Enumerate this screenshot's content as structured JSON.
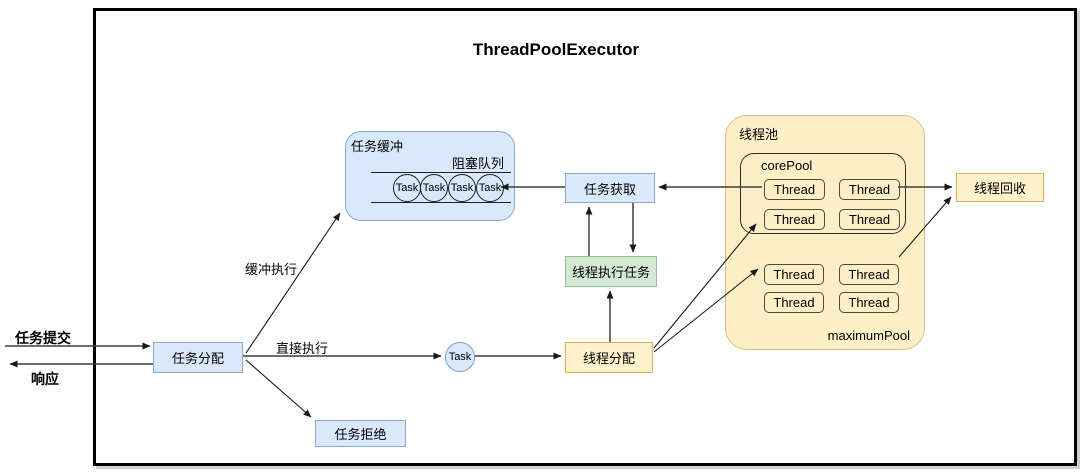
{
  "title": "ThreadPoolExecutor",
  "external": {
    "submit_label": "任务提交",
    "response_label": "响应"
  },
  "edge_labels": {
    "buffer_exec": "缓冲执行",
    "direct_exec": "直接执行"
  },
  "nodes": {
    "task_dispatch": "任务分配",
    "task_reject": "任务拒绝",
    "task_fetch": "任务获取",
    "thread_execute": "线程执行任务",
    "thread_dispatch": "线程分配",
    "thread_recycle": "线程回收",
    "task_node": "Task"
  },
  "buffer": {
    "label": "任务缓冲",
    "queue_label": "阻塞队列",
    "queue_tasks": [
      "Task",
      "Task",
      "Task",
      "Task"
    ]
  },
  "pool": {
    "label": "线程池",
    "core_label": "corePool",
    "max_label": "maximumPool",
    "core_threads": [
      "Thread",
      "Thread",
      "Thread",
      "Thread"
    ],
    "max_threads": [
      "Thread",
      "Thread",
      "Thread",
      "Thread"
    ]
  },
  "colors": {
    "node_blue_fill": "#dae8fc",
    "node_blue_stroke": "#8ea9ce",
    "node_green_fill": "#d5e8d4",
    "node_green_stroke": "#94bf92",
    "node_yellow_fill": "#fff2cc",
    "node_yellow_stroke": "#d6b656",
    "pool_fill": "#fdf0c7",
    "pool_stroke": "#d9c17e",
    "line_color": "#3f3f3f",
    "frame_color": "#000000"
  }
}
